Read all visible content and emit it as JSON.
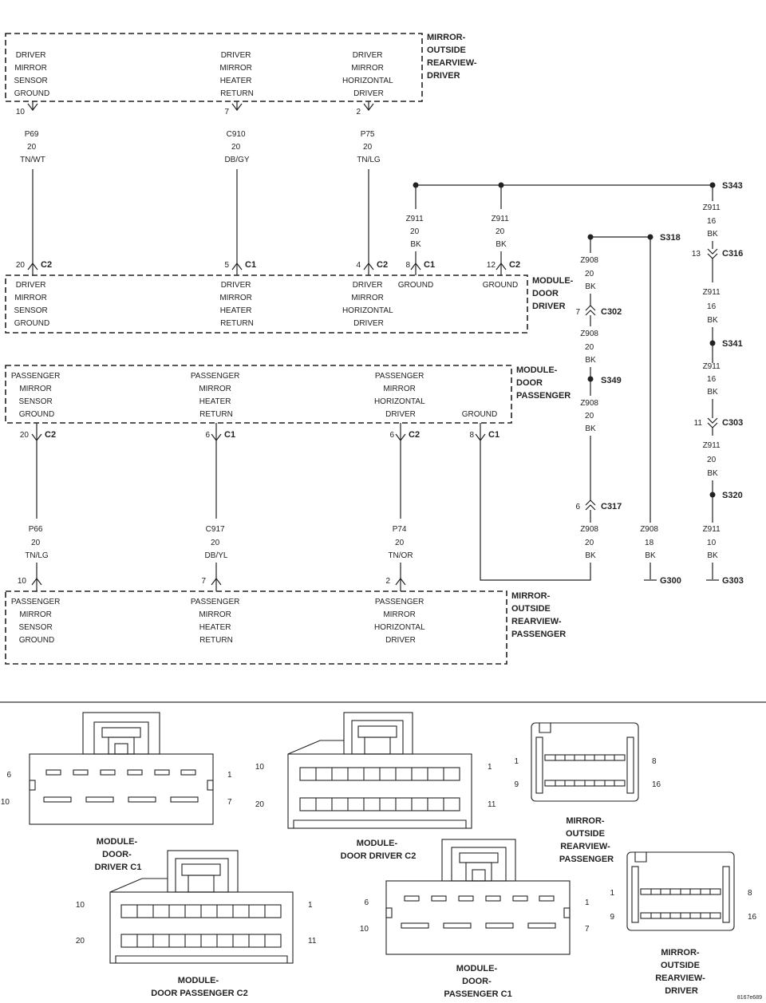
{
  "components": {
    "mirror_driver": {
      "title": [
        "MIRROR-",
        "OUTSIDE",
        "REARVIEW-",
        "DRIVER"
      ]
    },
    "module_driver": {
      "title": [
        "MODULE-",
        "DOOR",
        "DRIVER"
      ]
    },
    "module_passenger": {
      "title": [
        "MODULE-",
        "DOOR",
        "PASSENGER"
      ]
    },
    "mirror_passenger": {
      "title": [
        "MIRROR-",
        "OUTSIDE",
        "REARVIEW-",
        "PASSENGER"
      ]
    }
  },
  "pin_functions": {
    "driver_sensor_ground": [
      "DRIVER",
      "MIRROR",
      "SENSOR",
      "GROUND"
    ],
    "driver_heater_return": [
      "DRIVER",
      "MIRROR",
      "HEATER",
      "RETURN"
    ],
    "driver_horizontal": [
      "DRIVER",
      "MIRROR",
      "HORIZONTAL",
      "DRIVER"
    ],
    "passenger_sensor_ground": [
      "PASSENGER",
      "MIRROR",
      "SENSOR",
      "GROUND"
    ],
    "passenger_heater_return": [
      "PASSENGER",
      "MIRROR",
      "HEATER",
      "RETURN"
    ],
    "passenger_horizontal": [
      "PASSENGER",
      "MIRROR",
      "HORIZONTAL",
      "DRIVER"
    ],
    "ground": "GROUND"
  },
  "pins": {
    "mirror_driver": [
      "10",
      "7",
      "2"
    ],
    "module_driver": [
      {
        "pin": "20",
        "conn": "C2"
      },
      {
        "pin": "5",
        "conn": "C1"
      },
      {
        "pin": "4",
        "conn": "C2"
      },
      {
        "pin": "8",
        "conn": "C1"
      },
      {
        "pin": "12",
        "conn": "C2"
      }
    ],
    "module_passenger": [
      {
        "pin": "20",
        "conn": "C2"
      },
      {
        "pin": "6",
        "conn": "C1"
      },
      {
        "pin": "6",
        "conn": "C2"
      },
      {
        "pin": "8",
        "conn": "C1"
      }
    ],
    "mirror_passenger": [
      "10",
      "7",
      "2"
    ]
  },
  "wires": {
    "p69": [
      "P69",
      "20",
      "TN/WT"
    ],
    "c910": [
      "C910",
      "20",
      "DB/GY"
    ],
    "p75": [
      "P75",
      "20",
      "TN/LG"
    ],
    "z911_a": [
      "Z911",
      "20",
      "BK"
    ],
    "z911_b": [
      "Z911",
      "20",
      "BK"
    ],
    "p66": [
      "P66",
      "20",
      "TN/LG"
    ],
    "c917": [
      "C917",
      "20",
      "DB/YL"
    ],
    "p74": [
      "P74",
      "20",
      "TN/OR"
    ],
    "z908_1": [
      "Z908",
      "20",
      "BK"
    ],
    "z908_2": [
      "Z908",
      "20",
      "BK"
    ],
    "z908_3": [
      "Z908",
      "20",
      "BK"
    ],
    "z908_4": [
      "Z908",
      "20",
      "BK"
    ],
    "z908_g": [
      "Z908",
      "18",
      "BK"
    ],
    "z911_1": [
      "Z911",
      "16",
      "BK"
    ],
    "z911_2": [
      "Z911",
      "16",
      "BK"
    ],
    "z911_3": [
      "Z911",
      "16",
      "BK"
    ],
    "z911_4": [
      "Z911",
      "20",
      "BK"
    ],
    "z911_g": [
      "Z911",
      "10",
      "BK"
    ]
  },
  "splices": [
    "S343",
    "S318",
    "S341",
    "S349",
    "S320"
  ],
  "inline": {
    "c316": {
      "pin": "13",
      "name": "C316"
    },
    "c302": {
      "pin": "7",
      "name": "C302"
    },
    "c303": {
      "pin": "11",
      "name": "C303"
    },
    "c317": {
      "pin": "6",
      "name": "C317"
    }
  },
  "grounds": [
    "G300",
    "G303"
  ],
  "connector_views": {
    "mdd_c1": {
      "caption": [
        "MODULE-",
        "DOOR-",
        "DRIVER C1"
      ],
      "pins": [
        "6",
        "10",
        "1",
        "7"
      ]
    },
    "mdd_c2": {
      "caption": [
        "MODULE-",
        "DOOR DRIVER C2"
      ],
      "pins": [
        "10",
        "20",
        "1",
        "11"
      ]
    },
    "mor_p": {
      "caption": [
        "MIRROR-",
        "OUTSIDE",
        "REARVIEW-",
        "PASSENGER"
      ],
      "pins": [
        "1",
        "9",
        "8",
        "16"
      ]
    },
    "mdp_c2": {
      "caption": [
        "MODULE-",
        "DOOR PASSENGER C2"
      ],
      "pins": [
        "10",
        "20",
        "1",
        "11"
      ]
    },
    "mdp_c1": {
      "caption": [
        "MODULE-",
        "DOOR-",
        "PASSENGER C1"
      ],
      "pins": [
        "6",
        "10",
        "1",
        "7"
      ]
    },
    "mor_d": {
      "caption": [
        "MIRROR-",
        "OUTSIDE",
        "REARVIEW-",
        "DRIVER"
      ],
      "pins": [
        "1",
        "9",
        "8",
        "16"
      ]
    }
  },
  "figure_id": "8167e689"
}
